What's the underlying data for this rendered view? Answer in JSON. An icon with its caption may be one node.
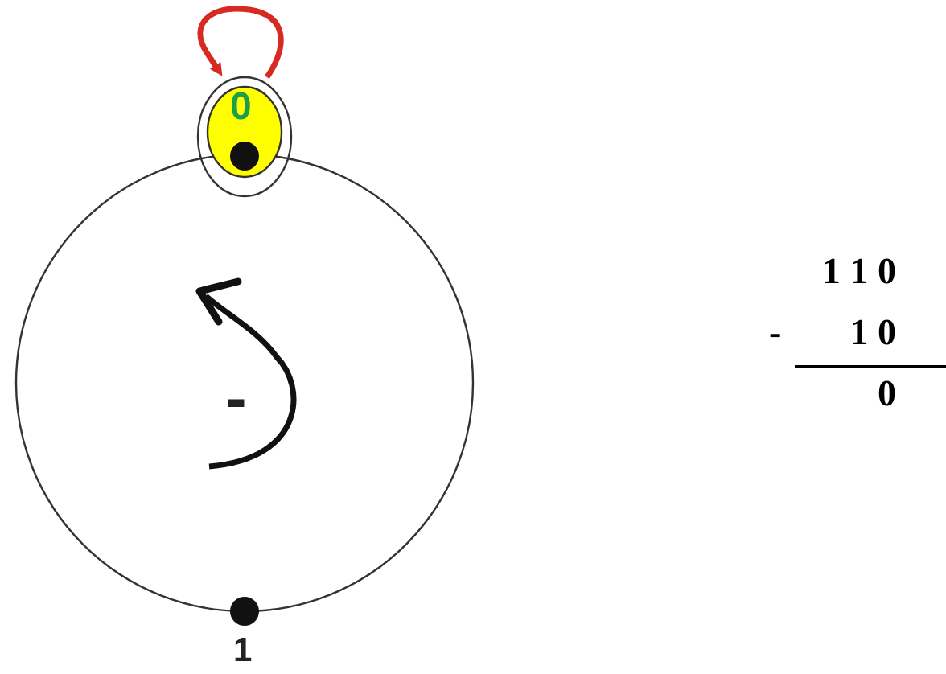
{
  "diagram": {
    "nodes": [
      {
        "text": [],
        "shape": "circle"
      },
      {
        "text": [
          "0"
        ]
      },
      {
        "text": [
          "1"
        ]
      }
    ],
    "edges": [
      {
        "from": 1,
        "to": 1,
        "arrow": "to",
        "color": "#d62a22"
      }
    ],
    "labels": [
      "-",
      "1 1 0",
      "-",
      "1 0",
      "0"
    ]
  }
}
